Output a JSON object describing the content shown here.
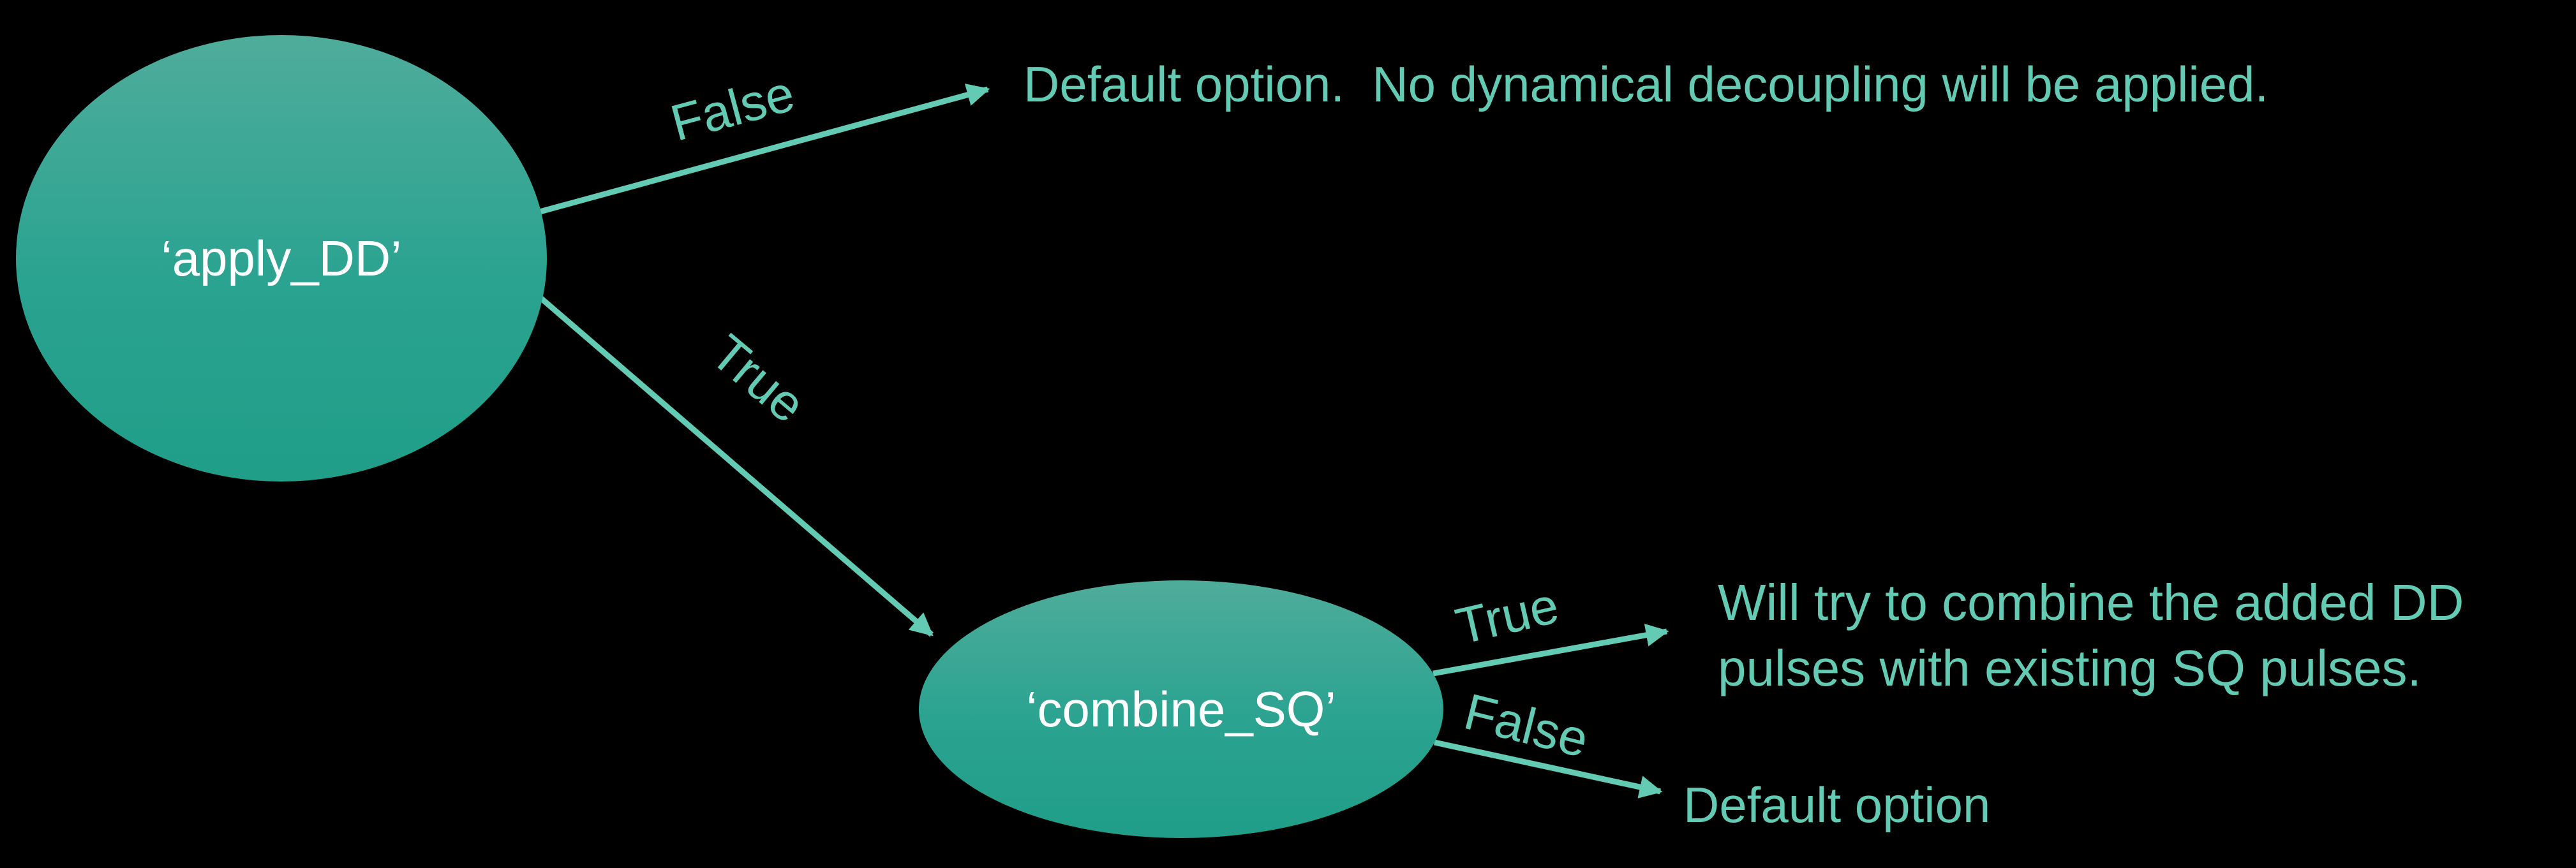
{
  "diagram": {
    "background": "#000000",
    "accent_color": "#63CBB3",
    "node_fill_top": "#4FAC9B",
    "node_fill_bottom": "#209E88",
    "node_text_color": "#FFFFFF",
    "nodes": [
      {
        "id": "apply_dd",
        "label": "‘apply_DD’"
      },
      {
        "id": "combine_sq",
        "label": "‘combine_SQ’"
      }
    ],
    "edges": [
      {
        "from": "apply_dd",
        "label": "False"
      },
      {
        "from": "apply_dd",
        "label": "True"
      },
      {
        "from": "combine_sq",
        "label": "True"
      },
      {
        "from": "combine_sq",
        "label": "False"
      }
    ],
    "outcomes": [
      {
        "for": "apply_dd False",
        "text": "Default option.  No dynamical decoupling will be applied."
      },
      {
        "for": "combine_sq True",
        "lines": [
          "Will try to combine the added DD",
          "pulses with existing SQ pulses."
        ]
      },
      {
        "for": "combine_sq False",
        "text": "Default option"
      }
    ]
  }
}
